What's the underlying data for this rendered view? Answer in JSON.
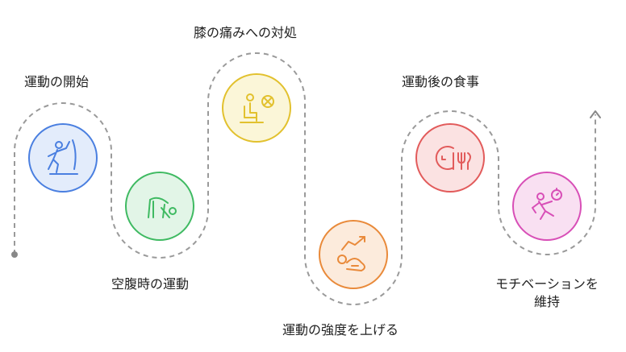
{
  "steps": [
    {
      "label": "運動の開始",
      "icon": "climbing-person-icon",
      "color": "#4a7fe0",
      "fill": "#e3ecfb"
    },
    {
      "label": "空腹時の運動",
      "icon": "bent-over-person-icon",
      "color": "#3fba62",
      "fill": "#e2f5e7"
    },
    {
      "label": "膝の痛みへの対処",
      "icon": "seated-person-crossed-icon",
      "color": "#e2c12e",
      "fill": "#fbf6d8"
    },
    {
      "label": "運動の強度を上げる",
      "icon": "lying-person-rising-arrow-icon",
      "color": "#e98a3a",
      "fill": "#fcebdc"
    },
    {
      "label": "運動後の食事",
      "icon": "clock-fork-icon",
      "color": "#e25b5b",
      "fill": "#fbe2e2"
    },
    {
      "label_line1": "モチベーションを",
      "label_line2": "維持",
      "icon": "running-person-stopwatch-icon",
      "color": "#d84fb7",
      "fill": "#f9e0f2"
    }
  ]
}
